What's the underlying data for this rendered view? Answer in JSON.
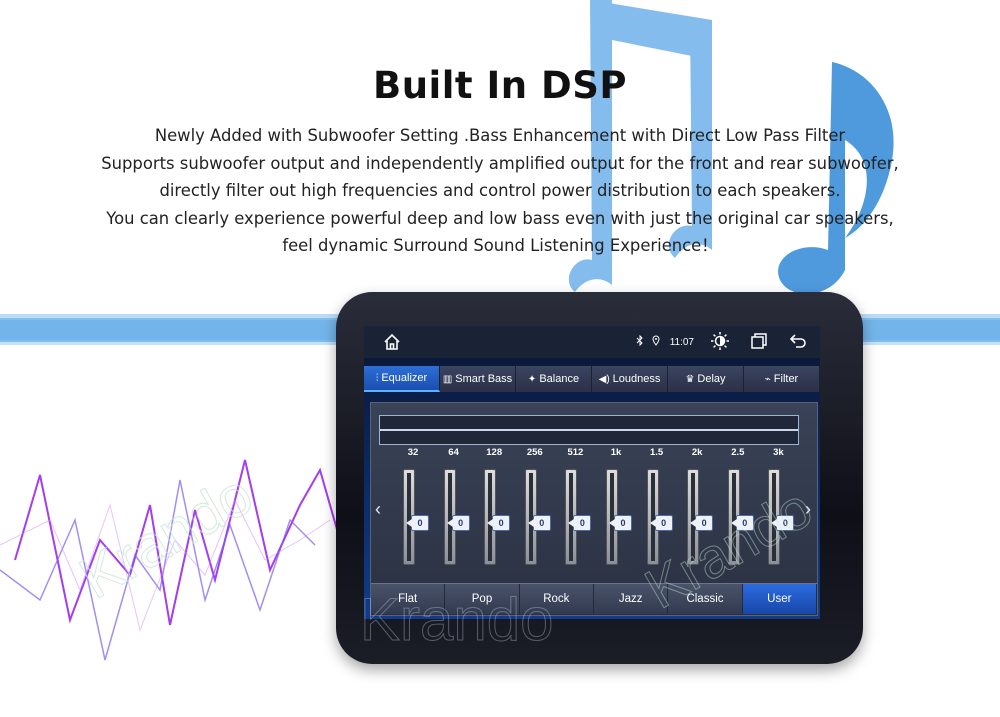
{
  "heading": "Built In DSP",
  "description": [
    "Newly Added with Subwoofer Setting .Bass Enhancement with Direct Low Pass Filter",
    "Supports subwoofer output and independently amplified output for the front and rear subwoofer,",
    "directly filter out high frequencies and control power distribution to each speakers.",
    "You can clearly experience powerful deep and low bass even with just the original car speakers,",
    "feel dynamic Surround Sound Listening Experience！"
  ],
  "watermark": "Krando",
  "device": {
    "status_bar": {
      "time": "11:07",
      "icons": [
        "home-icon",
        "bluetooth-icon",
        "location-icon",
        "brightness-icon",
        "recent-apps-icon",
        "back-icon"
      ]
    },
    "tabs": [
      {
        "label": "Equalizer",
        "icon": "equalizer-icon",
        "active": true
      },
      {
        "label": "Smart Bass",
        "icon": "smart-bass-icon",
        "active": false
      },
      {
        "label": "Balance",
        "icon": "balance-icon",
        "active": false
      },
      {
        "label": "Loudness",
        "icon": "loudness-icon",
        "active": false
      },
      {
        "label": "Delay",
        "icon": "delay-icon",
        "active": false
      },
      {
        "label": "Filter",
        "icon": "filter-icon",
        "active": false
      }
    ],
    "equalizer": {
      "bands": [
        {
          "freq": "32",
          "value": "0"
        },
        {
          "freq": "64",
          "value": "0"
        },
        {
          "freq": "128",
          "value": "0"
        },
        {
          "freq": "256",
          "value": "0"
        },
        {
          "freq": "512",
          "value": "0"
        },
        {
          "freq": "1k",
          "value": "0"
        },
        {
          "freq": "1.5",
          "value": "0"
        },
        {
          "freq": "2k",
          "value": "0"
        },
        {
          "freq": "2.5",
          "value": "0"
        },
        {
          "freq": "3k",
          "value": "0"
        }
      ],
      "prev_arrow": "‹",
      "next_arrow": "›"
    },
    "presets": [
      {
        "label": "Flat",
        "active": false
      },
      {
        "label": "Pop",
        "active": false
      },
      {
        "label": "Rock",
        "active": false
      },
      {
        "label": "Jazz",
        "active": false
      },
      {
        "label": "Classic",
        "active": false
      },
      {
        "label": "User",
        "active": true
      }
    ]
  },
  "colors": {
    "accent": "#2c6be0",
    "brush": "#5aa8e6",
    "wave": "#a43cf0"
  }
}
